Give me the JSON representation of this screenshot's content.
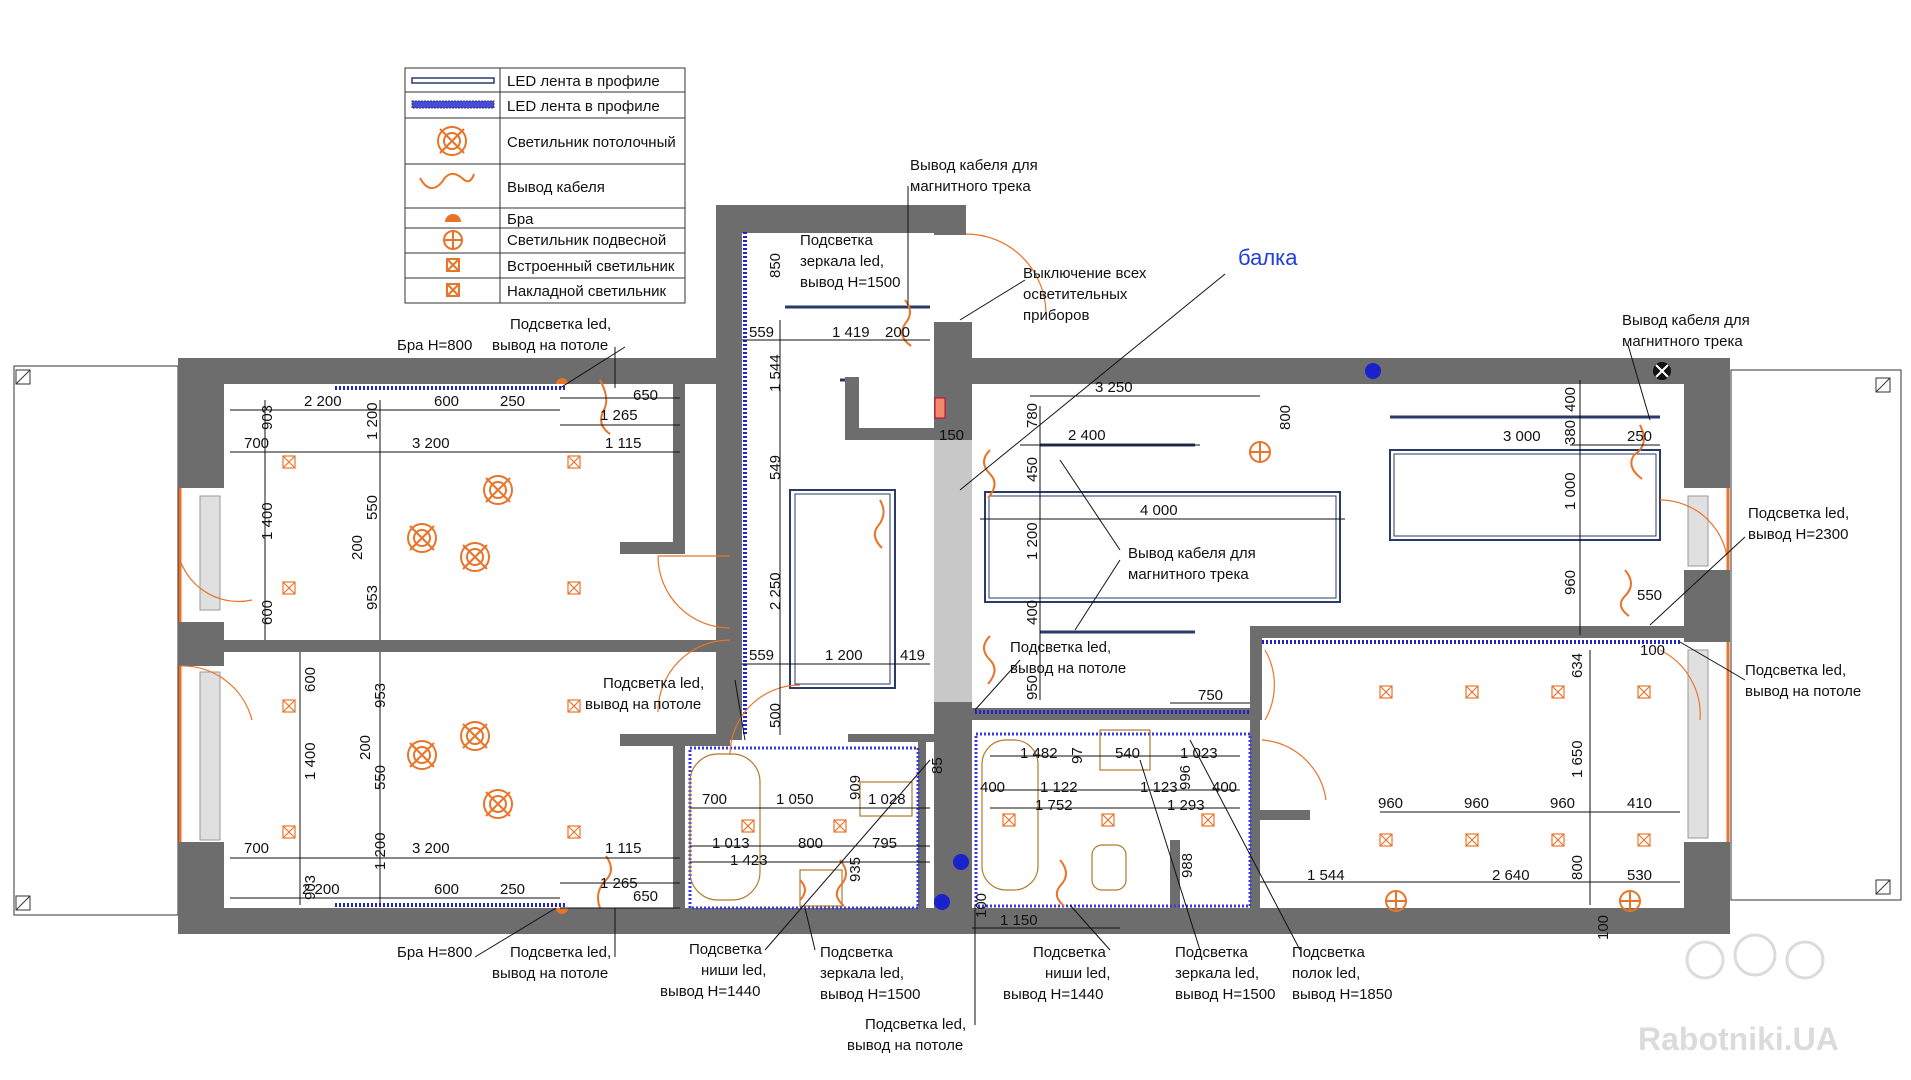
{
  "legend": {
    "items": [
      {
        "icon": "led-profile-icon",
        "label": "LED лента в профиле"
      },
      {
        "icon": "led-profile-dotted-icon",
        "label": "LED лента в профиле"
      },
      {
        "icon": "ceiling-light-icon",
        "label": "Светильник потолочный"
      },
      {
        "icon": "cable-outlet-icon",
        "label": "Вывод кабеля"
      },
      {
        "icon": "sconce-icon",
        "label": "Бра"
      },
      {
        "icon": "pendant-light-icon",
        "label": "Светильник подвесной"
      },
      {
        "icon": "recessed-light-icon",
        "label": "Встроенный светильник"
      },
      {
        "icon": "surface-light-icon",
        "label": "Накладной светильник"
      }
    ]
  },
  "colors": {
    "wall": "#6d6d6d",
    "accent": "#e8742a",
    "led": "#2222cc",
    "beam_label": "#1f3fd8"
  },
  "labels": {
    "cable_track_top": [
      "Вывод кабеля для",
      "магнитного трека"
    ],
    "mirror_led_top": [
      "Подсветка",
      "зеркала led,",
      "вывод H=1500"
    ],
    "switch_all": [
      "Выключение всех",
      "осветительных",
      "приборов"
    ],
    "beam": "балка",
    "cable_track_right": [
      "Вывод кабеля для",
      "магнитного трека"
    ],
    "sconce_top": "Бра H=800",
    "led_ceiling_top": [
      "Подсветка led,",
      "вывод на потоле"
    ],
    "cable_track_mid": [
      "Вывод кабеля для",
      "магнитного трека"
    ],
    "led_h2300": [
      "Подсветка led,",
      "вывод H=2300"
    ],
    "led_ceiling_mid": [
      "Подсветка led,",
      "вывод на потоле"
    ],
    "led_ceiling_left": [
      "Подсветка led,",
      "вывод на потоле"
    ],
    "led_ceiling_right": [
      "Подсветка led,",
      "вывод на потоле"
    ],
    "sconce_bottom": "Бра H=800",
    "led_ceiling_bottom": [
      "Подсветка led,",
      "вывод на потоле"
    ],
    "niche_left": [
      "Подсветка",
      "ниши led,",
      "вывод H=1440"
    ],
    "mirror_left": [
      "Подсветка",
      "зеркала led,",
      "вывод H=1500"
    ],
    "led_ceiling_center": [
      "Подсветка led,",
      "вывод на потоле"
    ],
    "niche_right": [
      "Подсветка",
      "ниши led,",
      "вывод H=1440"
    ],
    "mirror_right": [
      "Подсветка",
      "зеркала led,",
      "вывод H=1500"
    ],
    "shelves": [
      "Подсветка",
      "полок led,",
      "вывод H=1850"
    ]
  },
  "dimensions": {
    "d2200a": "2 200",
    "d600a": "600",
    "d250a": "250",
    "d650a": "650",
    "d1265a": "1 265",
    "d700a": "700",
    "d3200a": "3 200",
    "d1115a": "1 115",
    "d903a": "903",
    "d1200a": "1 200",
    "d1400a": "1 400",
    "d550a": "550",
    "d200a": "200",
    "d953a": "953",
    "d600v": "600",
    "d850": "850",
    "d559a": "559",
    "d1419": "1 419",
    "d200b": "200",
    "d1544": "1 544",
    "d549": "549",
    "d150": "150",
    "d2250": "2 250",
    "d559b": "559",
    "d1200b": "1 200",
    "d419": "419",
    "d500": "500",
    "d3250": "3 250",
    "d780": "780",
    "d800a": "800",
    "d2400": "2 400",
    "d450": "450",
    "d4000": "4 000",
    "d1200c": "1 200",
    "d400a": "400",
    "d950": "950",
    "d750": "750",
    "d400b": "400",
    "d3000": "3 000",
    "d380": "380",
    "d250b": "250",
    "d1000": "1 000",
    "d960v": "960",
    "d550b": "550",
    "d100a": "100",
    "d634": "634",
    "d600b": "600",
    "d953b": "953",
    "d1400b": "1 400",
    "d200c": "200",
    "d550c": "550",
    "d700b": "700",
    "d3200b": "3 200",
    "d1115b": "1 115",
    "d903b": "903",
    "d1200d": "1 200",
    "d2200b": "2 200",
    "d600c": "600",
    "d250c": "250",
    "d1265b": "1 265",
    "d650b": "650",
    "d700c": "700",
    "d1050": "1 050",
    "d909": "909",
    "d1028": "1 028",
    "d1013": "1 013",
    "d800b": "800",
    "d795": "795",
    "d1423": "1 423",
    "d935": "935",
    "d85": "85",
    "d1482": "1 482",
    "d97": "97",
    "d540": "540",
    "d1023": "1 023",
    "d996": "996",
    "d400c": "400",
    "d1122": "1 122",
    "d1123": "1 123",
    "d400d": "400",
    "d1752": "1 752",
    "d1293": "1 293",
    "d988": "988",
    "d100b": "100",
    "d1150": "1 150",
    "d1650": "1 650",
    "d960a": "960",
    "d960b": "960",
    "d960c": "960",
    "d410": "410",
    "d1544b": "1 544",
    "d2640": "2 640",
    "d800c": "800",
    "d530": "530",
    "d100c": "100"
  },
  "watermark": "Rabotniki.UA"
}
